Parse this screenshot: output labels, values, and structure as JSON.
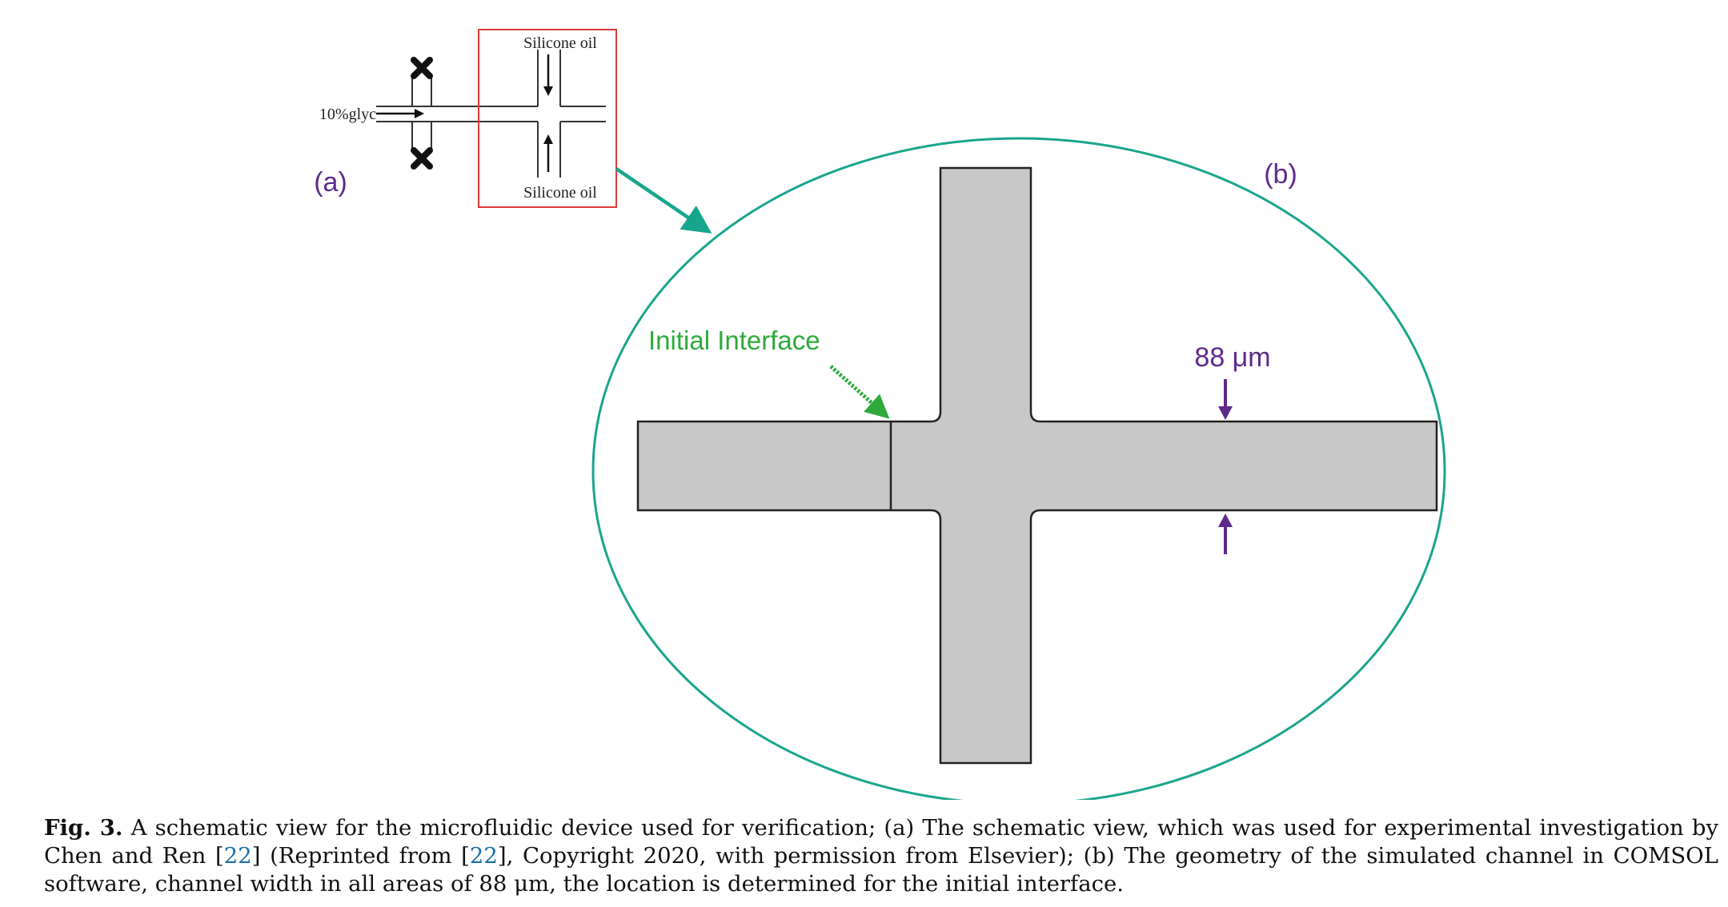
{
  "panel_a": {
    "label": "(a)",
    "top_inlet_label": "Silicone oil",
    "bottom_inlet_label": "Silicone oil",
    "left_inlet_label": "10%glyc"
  },
  "panel_b": {
    "label": "(b)",
    "interface_label": "Initial Interface",
    "width_label": "88 μm"
  },
  "colors": {
    "ellipse": "#1aa58c",
    "pointer_arrow": "#16a68d",
    "box": "#e03a3a",
    "channel_fill": "#c8c8c8",
    "label_purple": "#5e2a8a",
    "interface_green": "#2eaa3c",
    "reference_link": "#1a6fa8"
  },
  "caption": {
    "fig_label": "Fig. 3.",
    "text_1": " A schematic view for the microfluidic device used for verification; (a) The schematic view, which was used for experimental investigation by Chen and Ren [",
    "ref_1": "22",
    "text_2": "] (Reprinted from [",
    "ref_2": "22",
    "text_3": "], Copyright 2020, with permission from Elsevier); (b) The geometry of the simulated channel in COMSOL software, channel width in all areas of 88 μm, the location is determined for the initial interface."
  }
}
